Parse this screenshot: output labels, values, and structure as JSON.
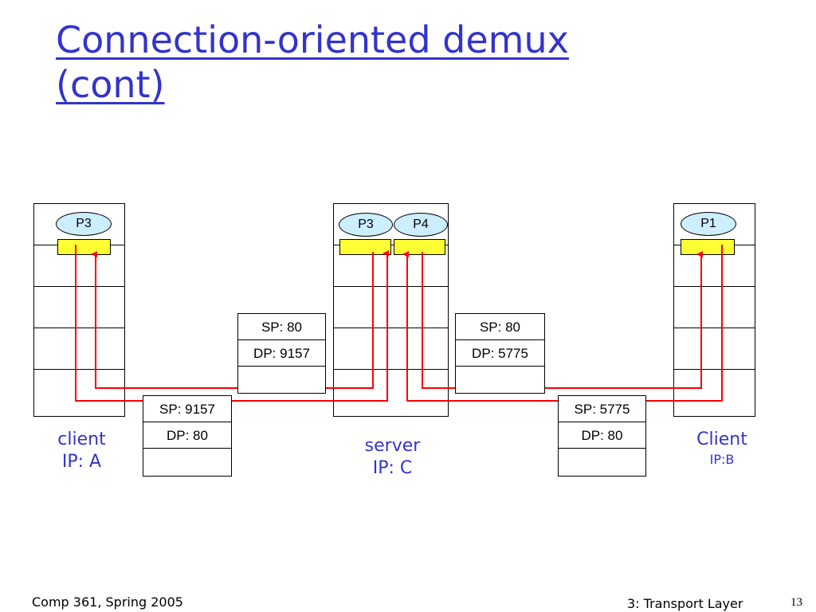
{
  "title": {
    "line1": "Connection-oriented demux",
    "line2": "(cont)"
  },
  "hosts": {
    "client_a": {
      "name": "client",
      "ip": "IP: A",
      "processes": [
        "P3"
      ]
    },
    "server_c": {
      "name": "server",
      "ip": "IP: C",
      "processes": [
        "P3",
        "P4"
      ]
    },
    "client_b": {
      "name": "Client",
      "ip": "IP:B",
      "processes": [
        "P1"
      ]
    }
  },
  "segments": {
    "a_to_c": {
      "sp": "SP: 9157",
      "dp": "DP: 80"
    },
    "c_to_a": {
      "sp": "SP: 80",
      "dp": "DP: 9157"
    },
    "c_to_b": {
      "sp": "SP: 80",
      "dp": "DP: 5775"
    },
    "b_to_c": {
      "sp": "SP: 5775",
      "dp": "DP: 80"
    }
  },
  "colors": {
    "title": "#3333cc",
    "wire": "#ff0000",
    "socket": "#ffff33",
    "process": "#cceeff"
  },
  "footer": {
    "course": "Comp 361, Spring 2005",
    "chapter": "3: Transport Layer",
    "page": "13"
  }
}
